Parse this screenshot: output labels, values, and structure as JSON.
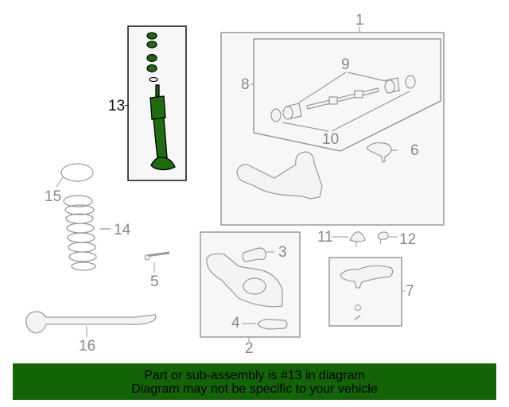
{
  "diagram": {
    "highlighted_part": "13",
    "highlight_color": "#1e6b10",
    "callouts": [
      {
        "id": "1",
        "label": "1"
      },
      {
        "id": "2",
        "label": "2"
      },
      {
        "id": "3",
        "label": "3"
      },
      {
        "id": "4",
        "label": "4"
      },
      {
        "id": "5",
        "label": "5"
      },
      {
        "id": "6",
        "label": "6"
      },
      {
        "id": "7",
        "label": "7"
      },
      {
        "id": "8",
        "label": "8"
      },
      {
        "id": "9",
        "label": "9"
      },
      {
        "id": "10",
        "label": "10"
      },
      {
        "id": "11",
        "label": "11"
      },
      {
        "id": "12",
        "label": "12"
      },
      {
        "id": "13",
        "label": "13"
      },
      {
        "id": "14",
        "label": "14"
      },
      {
        "id": "15",
        "label": "15"
      },
      {
        "id": "16",
        "label": "16"
      }
    ]
  },
  "banner": {
    "line1": "Part or sub-assembly is #13 in diagram",
    "line2": "Diagram may not be specific to your vehicle",
    "background": "#136307"
  }
}
